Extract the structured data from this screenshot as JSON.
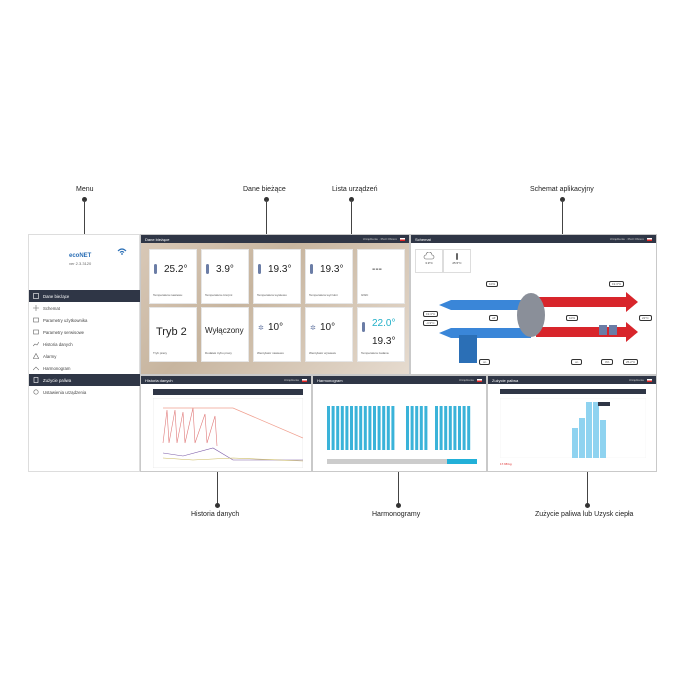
{
  "callouts": {
    "menu": "Menu",
    "dane_biezace": "Dane bieżące",
    "lista_urzadzen": "Lista urządzeń",
    "schemat_aplikacyjny": "Schemat aplikacyjny",
    "historia_danych": "Historia danych",
    "harmonogramy": "Harmonogramy",
    "zuzycie_paliwa": "Zużycie paliwa lub Uzysk ciepła"
  },
  "logo": {
    "text": "ecoNET",
    "version": "ver 2.3.3120"
  },
  "menu": [
    {
      "label": "Dane bieżące",
      "icon": "home-icon",
      "active": true
    },
    {
      "label": "Schemat",
      "icon": "schema-icon"
    },
    {
      "label": "Parametry użytkownika",
      "icon": "user-params-icon"
    },
    {
      "label": "Parametry serwisowe",
      "icon": "service-params-icon"
    },
    {
      "label": "Historia danych",
      "icon": "history-icon"
    },
    {
      "label": "Alarmy",
      "icon": "alarm-icon"
    },
    {
      "label": "Harmonogram",
      "icon": "schedule-icon"
    },
    {
      "label": "Zużycie paliwa",
      "icon": "fuel-icon",
      "section": true
    },
    {
      "label": "Ustawienia urządzenia",
      "icon": "device-settings-icon"
    }
  ],
  "dane": {
    "title": "Dane bieżące",
    "header_right": "Urządzenie",
    "user": "Piotr Obrero",
    "tiles": [
      {
        "value": "25.2°",
        "label": "Temperatura nawiewu",
        "icon": "thermometer-icon"
      },
      {
        "value": "3.9°",
        "label": "Temperatura czerpni",
        "icon": "thermometer-icon"
      },
      {
        "value": "19.3°",
        "label": "Temperatura wywiewu",
        "icon": "thermometer-icon"
      },
      {
        "value": "19.3°",
        "label": "Temperatura wyrzutni",
        "icon": "thermometer-icon"
      },
      {
        "value": "---",
        "label": "GWC",
        "icon": ""
      },
      {
        "value": "Tryb 2",
        "label": "Tryb pracy",
        "icon": ""
      },
      {
        "value": "Wyłączony",
        "label": "Dodatek trybu pracy",
        "icon": ""
      },
      {
        "value": "10°",
        "label": "Wentylator nawiewu",
        "icon": "fan-icon"
      },
      {
        "value": "10°",
        "label": "Wentylator wywiewu",
        "icon": "fan-icon"
      },
      {
        "value": "22.0°",
        "label": "Temperatura zadana",
        "icon": "thermometer-icon",
        "extra": "19.3°"
      }
    ]
  },
  "schemat": {
    "title": "Schemat",
    "weather": [
      {
        "value": "3.9°C",
        "icon": "cloud-icon"
      },
      {
        "value": "25.5°C",
        "icon": "thermometer-icon"
      }
    ],
    "labels": {
      "top_pct": "10%",
      "top_right_temp": "19.3°C",
      "left_temp_1": "19.3°C",
      "left_temp_2": "-3.9°C",
      "off": "off",
      "mid_pct": "10%",
      "right_temp": "22°C",
      "on_left": "on",
      "on_right": "on",
      "pct_zero": "0%",
      "bottom_temp": "25.2°C"
    }
  },
  "historia": {
    "title": "Historia danych"
  },
  "harmonogram": {
    "title": "Harmonogram"
  },
  "zuzycie": {
    "title": "Zużycie paliwa",
    "total": "17.98 kg"
  }
}
